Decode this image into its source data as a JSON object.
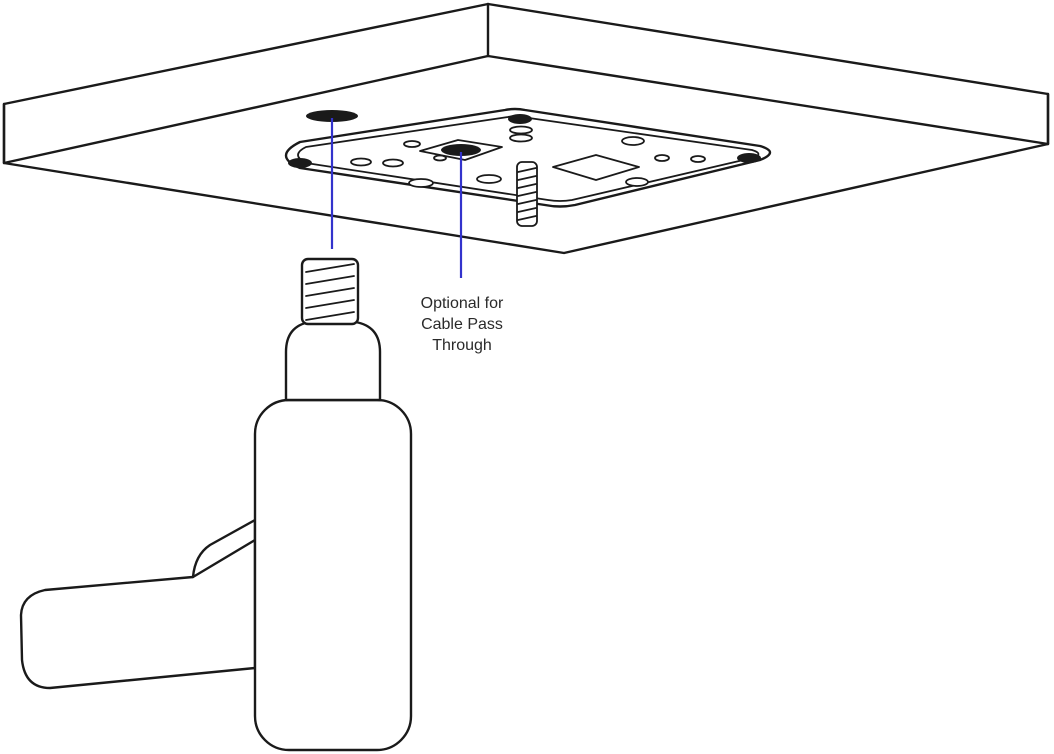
{
  "callout": {
    "lines": [
      "Optional for",
      "Cable Pass",
      "Through"
    ]
  },
  "colors": {
    "outline": "#1a1a1a",
    "callout_line": "#3333cc",
    "background": "#ffffff"
  },
  "icons": {
    "ceiling_panel": "ceiling-slab",
    "mount_plate": "mounting-plate",
    "threaded_rod": "threaded-rod",
    "device": "camera-mount-body"
  }
}
